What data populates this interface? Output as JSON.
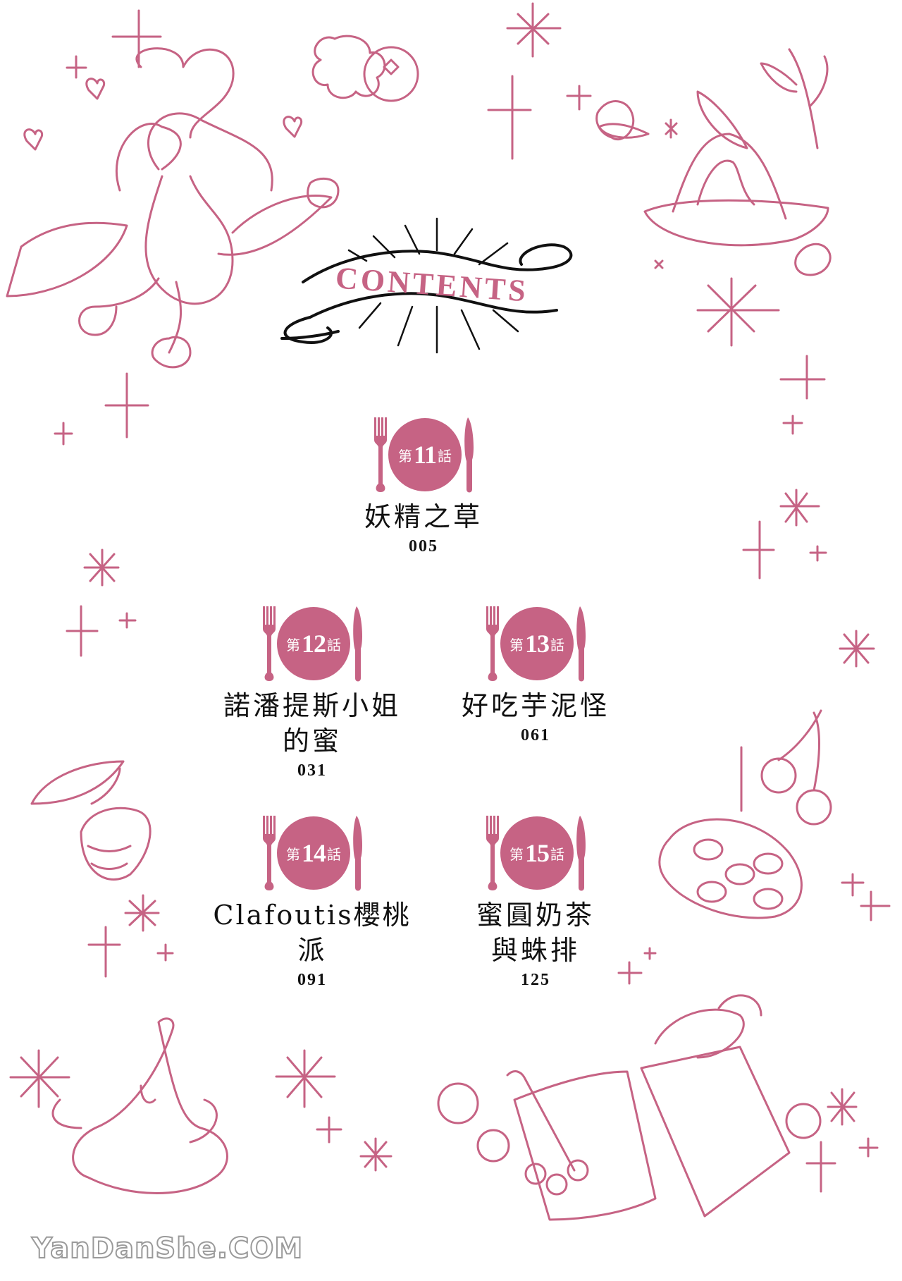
{
  "header": {
    "title": "CONTENTS"
  },
  "colors": {
    "accent_pink": "#C66384",
    "ink": "#111111",
    "banner_ink": "#111111",
    "watermark_gray": "#9A9A9A"
  },
  "chapters": [
    {
      "prefix": "第",
      "number": "11",
      "suffix": "話",
      "title_lines": [
        "妖精之草"
      ],
      "page": "005"
    },
    {
      "prefix": "第",
      "number": "12",
      "suffix": "話",
      "title_lines": [
        "諾潘提斯小姐",
        "的蜜"
      ],
      "page": "031"
    },
    {
      "prefix": "第",
      "number": "13",
      "suffix": "話",
      "title_lines": [
        "好吃芋泥怪"
      ],
      "page": "061"
    },
    {
      "prefix": "第",
      "number": "14",
      "suffix": "話",
      "title_lines": [
        "Clafoutis櫻桃派"
      ],
      "page": "091"
    },
    {
      "prefix": "第",
      "number": "15",
      "suffix": "話",
      "title_lines": [
        "蜜圓奶茶",
        "與蛛排"
      ],
      "page": "125"
    }
  ],
  "icons": {
    "plate": "fork-plate-knife-icon",
    "decorations": [
      "teapot-plant-illustration",
      "berries-illustration",
      "shaved-ice-illustration",
      "beet-illustration",
      "cherries-illustration",
      "clafoutis-tart-illustration",
      "taro-monster-illustration",
      "bubble-tea-illustration",
      "fries-illustration",
      "sparkle-icon",
      "heart-icon"
    ]
  },
  "watermark": "YanDanShe.COM"
}
